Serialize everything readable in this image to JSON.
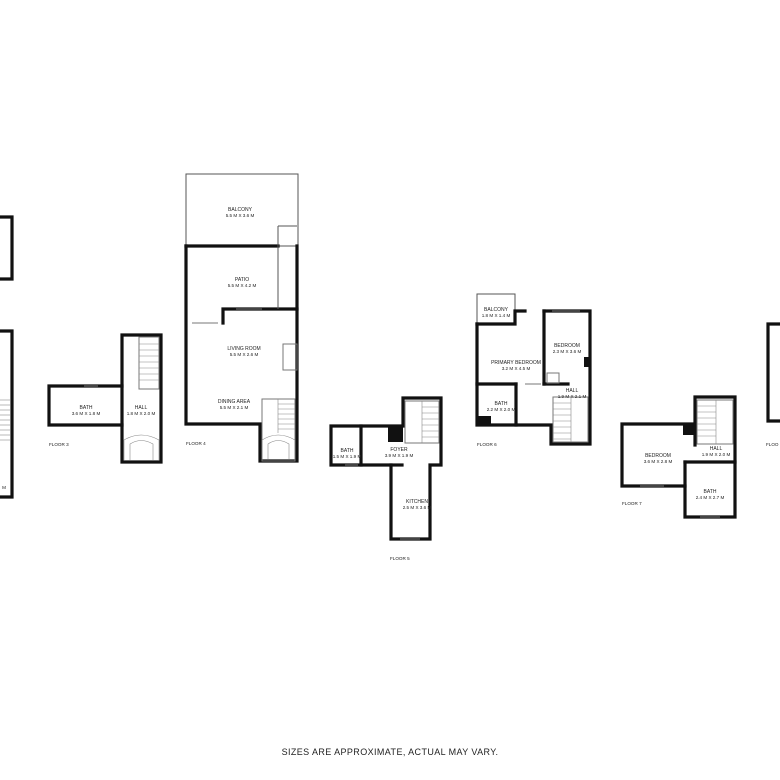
{
  "floors": [
    {
      "id": "floor-3",
      "label": "FLOOR 3",
      "rooms": [
        {
          "id": "bath",
          "name": "BATH",
          "dims": "3.6 M X 1.8 M"
        },
        {
          "id": "hall",
          "name": "HALL",
          "dims": "1.8 M X 2.0 M"
        }
      ]
    },
    {
      "id": "floor-4",
      "label": "FLOOR 4",
      "rooms": [
        {
          "id": "balcony",
          "name": "BALCONY",
          "dims": "5.5 M X 3.6 M"
        },
        {
          "id": "patio",
          "name": "PATIO",
          "dims": "5.5 M X 4.2 M"
        },
        {
          "id": "living-room",
          "name": "LIVING ROOM",
          "dims": "5.5 M X 2.6 M"
        },
        {
          "id": "dining-area",
          "name": "DINING AREA",
          "dims": "5.5 M X 2.1 M"
        }
      ]
    },
    {
      "id": "floor-5",
      "label": "FLOOR 5",
      "rooms": [
        {
          "id": "bath",
          "name": "BATH",
          "dims": "1.5 M X 1.9 M"
        },
        {
          "id": "foyer",
          "name": "FOYER",
          "dims": "3.9 M X 1.9 M"
        },
        {
          "id": "kitchen",
          "name": "KITCHEN",
          "dims": "2.5 M X 3.6 M"
        }
      ]
    },
    {
      "id": "floor-6",
      "label": "FLOOR 6",
      "rooms": [
        {
          "id": "balcony",
          "name": "BALCONY",
          "dims": "1.8 M X 1.4 M"
        },
        {
          "id": "primary-bedroom",
          "name": "PRIMARY BEDROOM",
          "dims": "3.2 M X 4.5 M"
        },
        {
          "id": "bedroom",
          "name": "BEDROOM",
          "dims": "2.3 M X 3.6 M"
        },
        {
          "id": "hall",
          "name": "HALL",
          "dims": "1.9 M X 2.1 M"
        },
        {
          "id": "bath",
          "name": "BATH",
          "dims": "2.2 M X 2.0 M"
        }
      ]
    },
    {
      "id": "floor-7",
      "label": "FLOOR 7",
      "rooms": [
        {
          "id": "bedroom",
          "name": "BEDROOM",
          "dims": "3.6 M X 2.8 M"
        },
        {
          "id": "hall",
          "name": "HALL",
          "dims": "1.9 M X 2.0 M"
        },
        {
          "id": "bath",
          "name": "BATH",
          "dims": "2.4 M X 2.7 M"
        }
      ]
    }
  ],
  "partial_left": {
    "dims_fragment": "M"
  },
  "partial_right": {
    "label_fragment": "FLOO"
  },
  "disclaimer": "SIZES ARE APPROXIMATE, ACTUAL MAY VARY."
}
